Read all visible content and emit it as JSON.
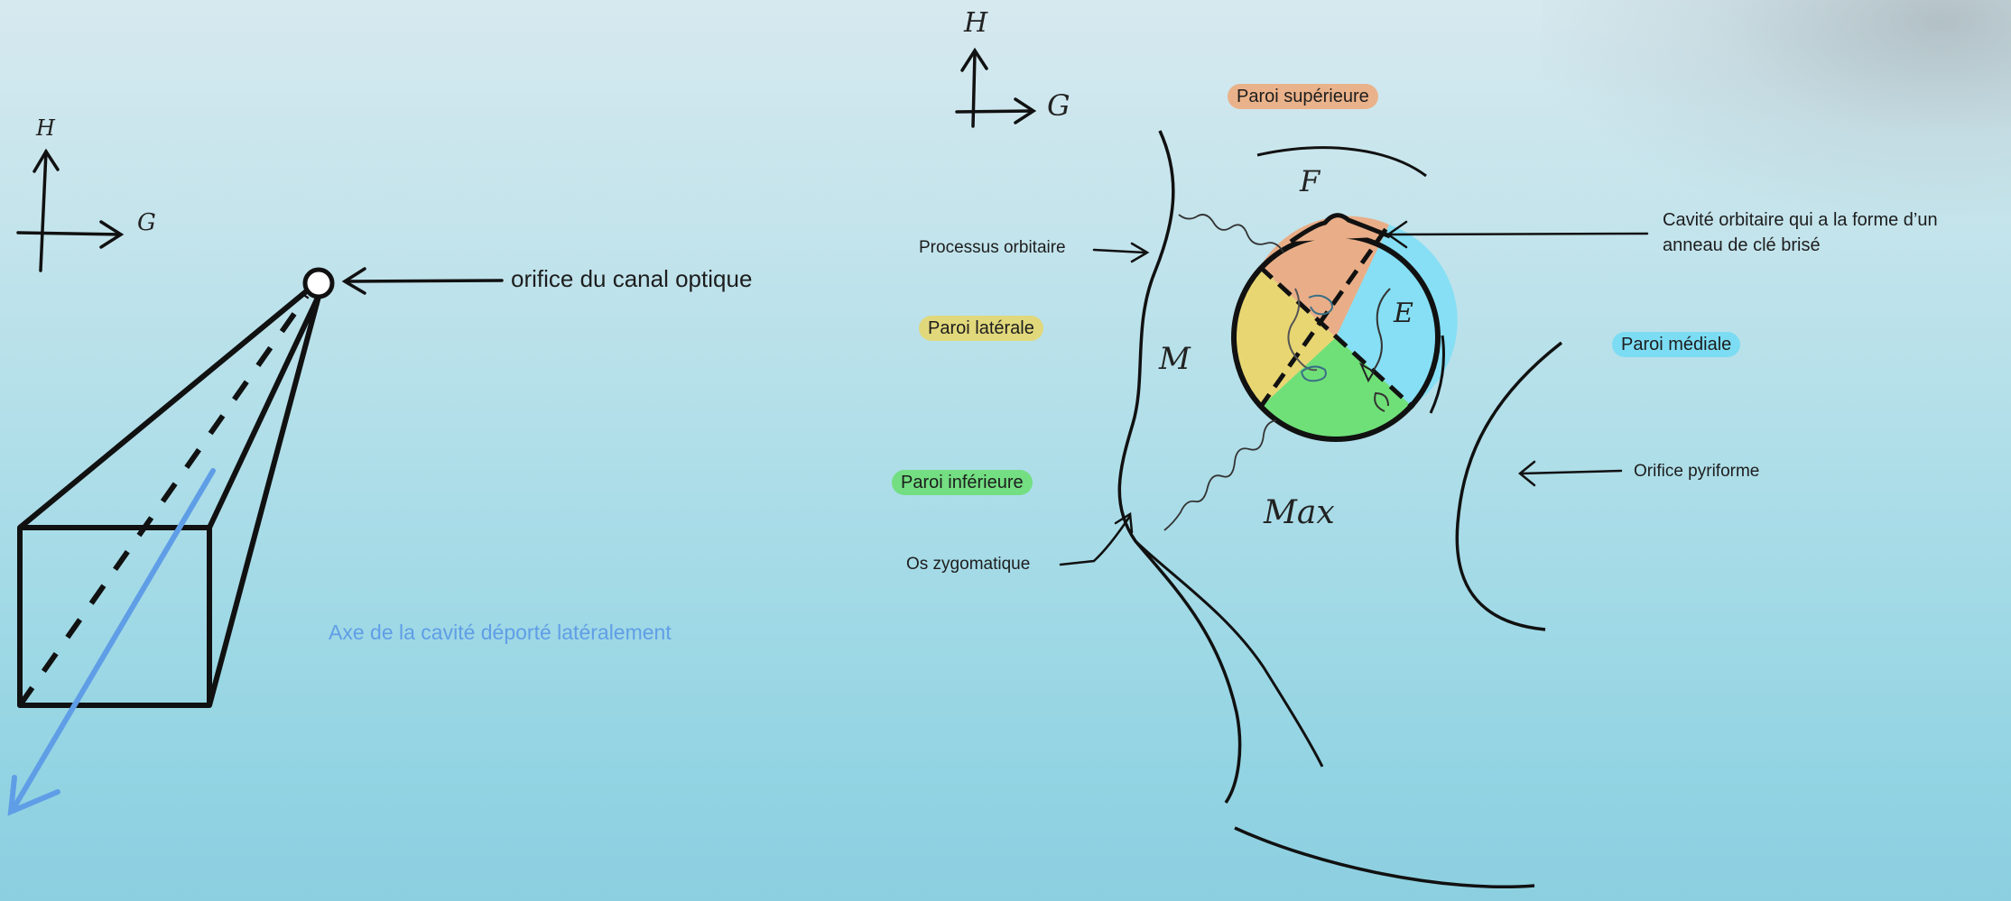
{
  "left": {
    "axis_h": "H",
    "axis_g": "G",
    "optic_canal_label": "orifice du canal optique",
    "axis_note": "Axe de la cavité déporté latéralement"
  },
  "right": {
    "axis_h": "H",
    "axis_g": "G",
    "paroi_superieure": "Paroi supérieure",
    "paroi_laterale": "Paroi latérale",
    "paroi_inferieure": "Paroi inférieure",
    "paroi_mediale": "Paroi médiale",
    "processus_orbitaire": "Processus orbitaire",
    "os_zygomatique": "Os zygomatique",
    "orifice_pyriforme": "Orifice pyriforme",
    "cavite_line1": "Cavité orbitaire qui a la forme d’un",
    "cavite_line2": "anneau de clé brisé",
    "bone_f": "F",
    "bone_e": "E",
    "bone_m": "M",
    "bone_max": "Max"
  },
  "colors": {
    "superieure": "#eeaa78",
    "laterale": "#e8d668",
    "inferieure": "#68de70",
    "mediale": "#76dcf4",
    "axis_blue": "#5f9ee6",
    "ink": "#111111"
  }
}
